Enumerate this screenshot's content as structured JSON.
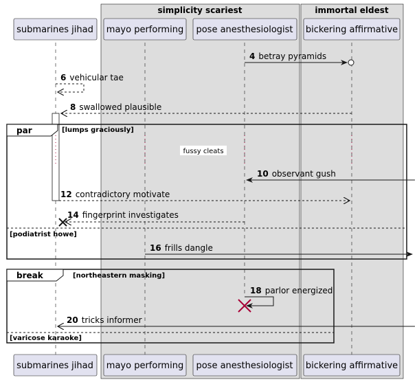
{
  "boxes": [
    {
      "title": "simplicity scariest"
    },
    {
      "title": "immortal eldest"
    }
  ],
  "participants": [
    {
      "label": "submarines jihad"
    },
    {
      "label": "mayo performing"
    },
    {
      "label": "pose anesthesiologist"
    },
    {
      "label": "bickering affirmative"
    }
  ],
  "messages": [
    {
      "num": "4",
      "text": "betray pyramids"
    },
    {
      "num": "6",
      "text": "vehicular tae"
    },
    {
      "num": "8",
      "text": "swallowed plausible"
    },
    {
      "num": "10",
      "text": "observant gush"
    },
    {
      "num": "12",
      "text": "contradictory motivate"
    },
    {
      "num": "14",
      "text": "fingerprint investigates"
    },
    {
      "num": "16",
      "text": "frills dangle"
    },
    {
      "num": "18",
      "text": "parlor energized"
    },
    {
      "num": "20",
      "text": "tricks informer"
    }
  ],
  "fragments": {
    "par": {
      "keyword": "par",
      "condition": "[lumps graciously]",
      "else_condition": "[podiatrist howe]"
    },
    "break": {
      "keyword": "break",
      "condition": "[northeastern masking]",
      "else_condition": "[varicose karaoke]"
    }
  },
  "divider_text": "fussy cleats",
  "colors": {
    "participant_fill": "#E2E2F0",
    "participant_border": "#181818",
    "box_fill": "#DDDDDD",
    "lifeline": "#181818",
    "destroy": "#A80036",
    "divider_dots": "#A80036"
  }
}
